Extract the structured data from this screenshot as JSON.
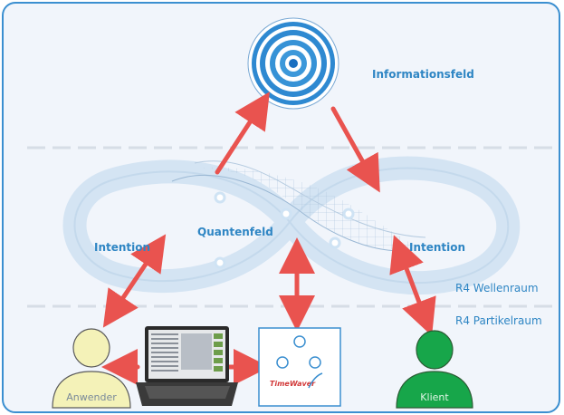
{
  "labels": {
    "informationsfeld": "Informationsfeld",
    "quantenfeld": "Quantenfeld",
    "intention_left": "Intention",
    "intention_right": "Intention",
    "wellenraum": "R4 Wellenraum",
    "partikelraum": "R4 Partikelraum",
    "anwender": "Anwender",
    "klient": "Klient",
    "logo": "TimeWaver"
  },
  "colors": {
    "frame": "#3b8fd0",
    "panel": "#f1f5fb",
    "label": "#2f86c4",
    "arrow": "#e9534f",
    "anwender_fill": "#f4f2b8",
    "klient_fill": "#17a64a",
    "infinity": "#cfe1f1"
  }
}
